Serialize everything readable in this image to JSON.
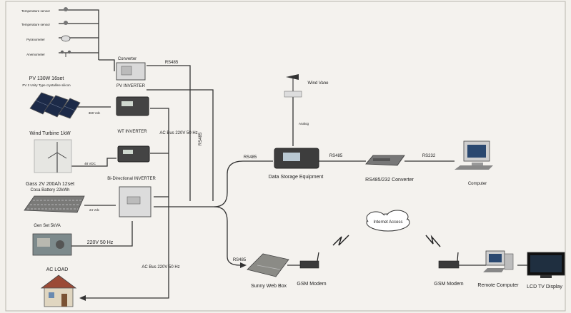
{
  "sensors": [
    "Temperature sensor",
    "Temperature sensor",
    "Pyranometer",
    "Anemometer"
  ],
  "labels": {
    "converter": "Converter",
    "rs485_top": "RS485",
    "pv_array": "PV 130W 16set",
    "pv_array_sub": "PV 2 Unity Type crystalline silicon",
    "pv_inverter": "PV INVERTER",
    "pv_vdc": "360 Vdc",
    "wind_turbine": "Wind Turbine 1kW",
    "wt_inverter": "WT INVERTER",
    "wt_vdc": "48 VDC",
    "ac_bus_1": "AC Bus 220V 50 Hz",
    "rs485_vert": "RS485",
    "bi_inverter": "Bi-Directional INVERTER",
    "battery": "Gass 2V 200Ah 12set",
    "battery_sub": "Coca Battery 22kWh",
    "batt_vdc": "24 Vdc",
    "gen_set": "Gen Set 5kVA",
    "gen_hz": "220V 50 Hz",
    "ac_bus_2": "AC Bus 220V 50 Hz",
    "ac_load": "AC LOAD",
    "wind_vane": "Wind Vane",
    "analog": "Analog",
    "rs485_dsu": "RS485",
    "data_storage": "Data Storage Equipment",
    "rs485_conv": "RS485",
    "rs232": "RS232",
    "conv_rs": "RS485/232 Converter",
    "computer": "Computer",
    "rs485_swb": "RS485",
    "sunny_web_box": "Sunny Web Box",
    "gsm_modem_1": "GSM Modem",
    "internet": "Internet Access",
    "gsm_modem_2": "GSM Modem",
    "remote_computer": "Remote Computer",
    "lcd_tv": "LCD TV Display"
  }
}
